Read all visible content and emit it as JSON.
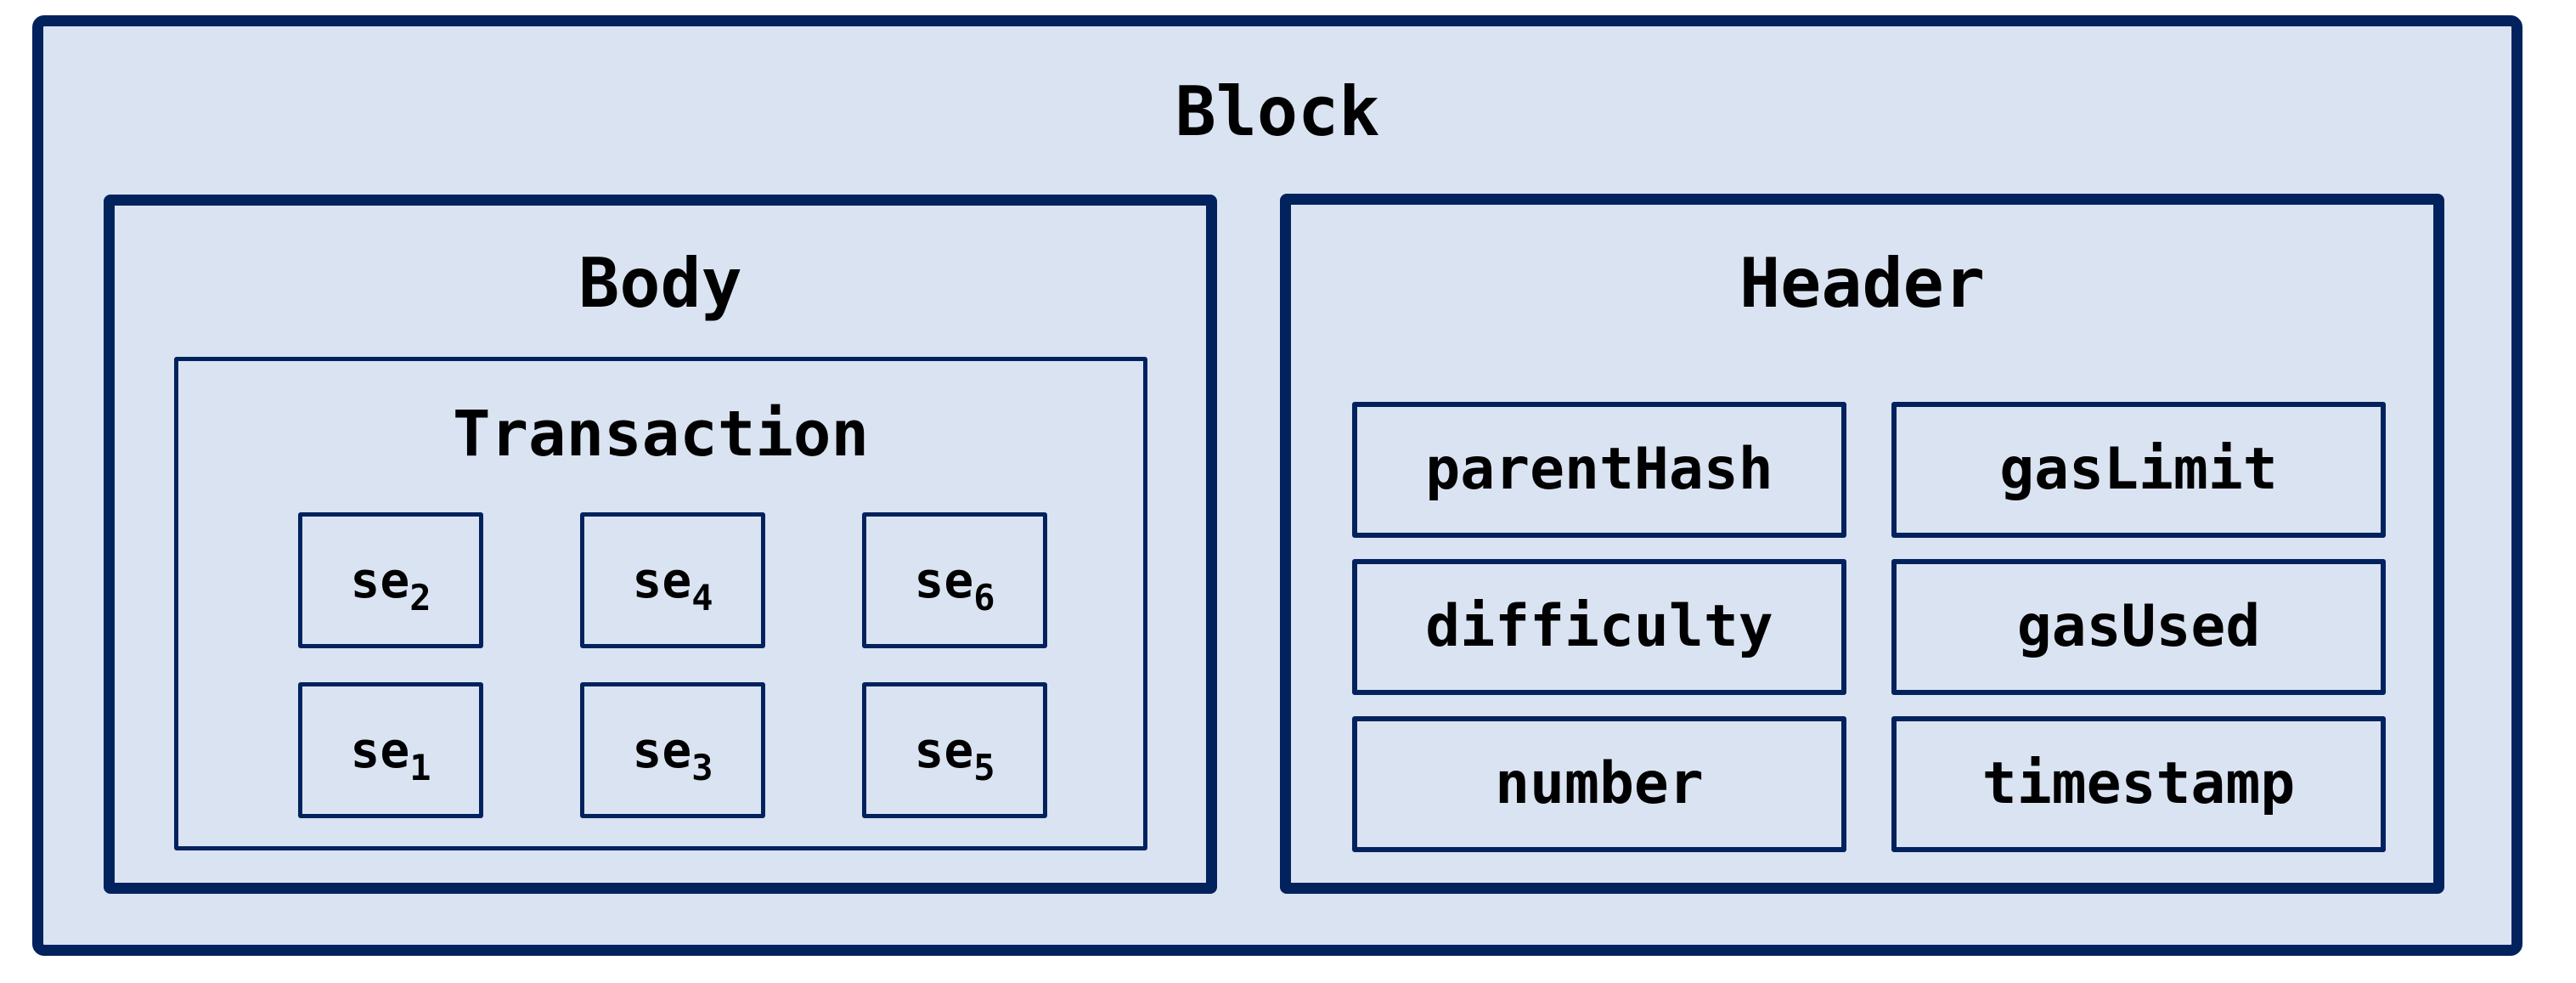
{
  "diagram": {
    "title": "Block",
    "body": {
      "title": "Body",
      "transaction": {
        "title": "Transaction",
        "items": [
          {
            "base": "se",
            "sub": "2"
          },
          {
            "base": "se",
            "sub": "4"
          },
          {
            "base": "se",
            "sub": "6"
          },
          {
            "base": "se",
            "sub": "1"
          },
          {
            "base": "se",
            "sub": "3"
          },
          {
            "base": "se",
            "sub": "5"
          }
        ]
      }
    },
    "header": {
      "title": "Header",
      "fields": [
        "parentHash",
        "gasLimit",
        "difficulty",
        "gasUsed",
        "number",
        "timestamp"
      ]
    },
    "colors": {
      "border": "#02225e",
      "fill": "#dae3f1",
      "text": "#000000",
      "page_background": "#ffffff"
    }
  }
}
